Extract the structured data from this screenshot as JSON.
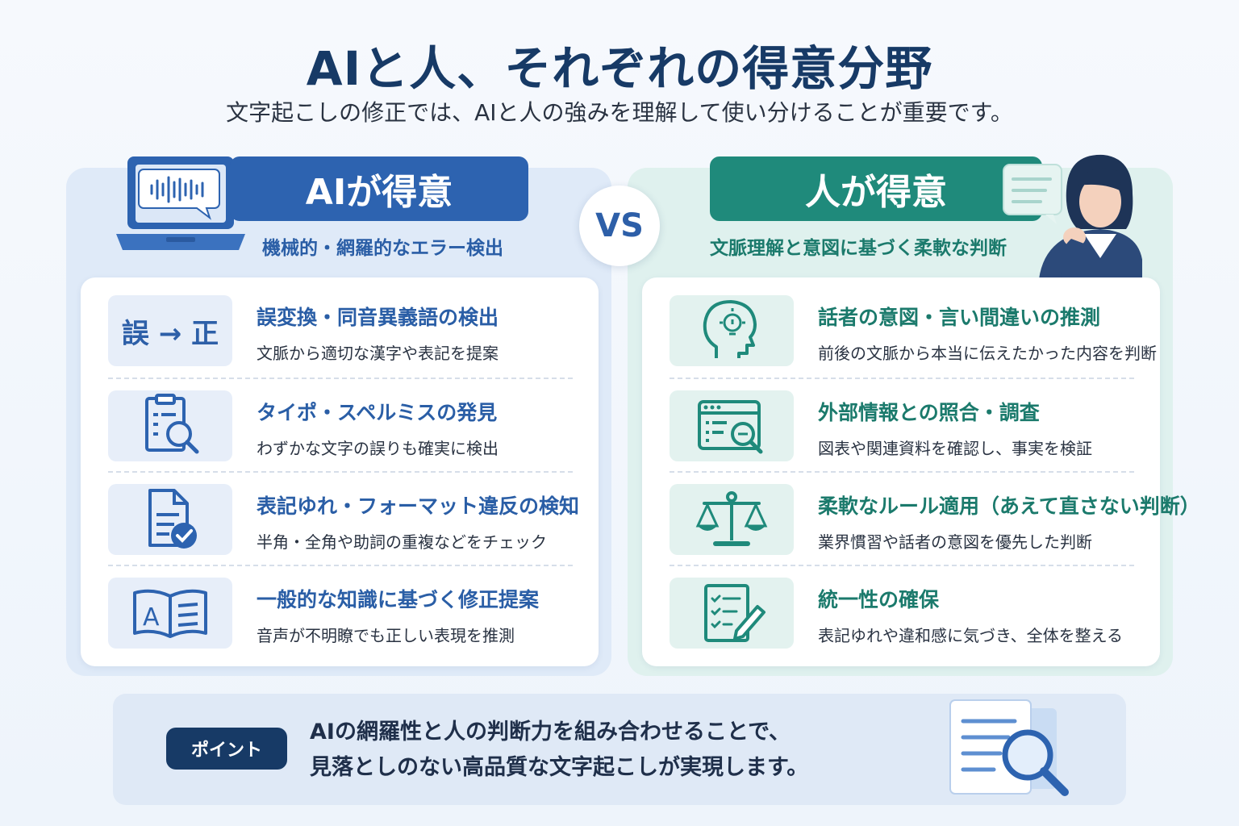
{
  "title": "AIと人、それぞれの得意分野",
  "subtitle": "文字起こしの修正では、AIと人の強みを理解して使い分けることが重要です。",
  "vs_label": "VS",
  "ai": {
    "header": "AIが得意",
    "tagline": "機械的・網羅的なエラー検出",
    "fix_label": "誤 → 正",
    "items": [
      {
        "icon": "error-correction-icon",
        "title": "誤変換・同音異義語の検出",
        "desc": "文脈から適切な漢字や表記を提案"
      },
      {
        "icon": "clipboard-search-icon",
        "title": "タイポ・スペルミスの発見",
        "desc": "わずかな文字の誤りも確実に検出"
      },
      {
        "icon": "document-check-icon",
        "title": "表記ゆれ・フォーマット違反の検知",
        "desc": "半角・全角や助詞の重複などをチェック"
      },
      {
        "icon": "open-book-icon",
        "title": "一般的な知識に基づく修正提案",
        "desc": "音声が不明瞭でも正しい表現を推測"
      }
    ]
  },
  "human": {
    "header": "人が得意",
    "tagline": "文脈理解と意図に基づく柔軟な判断",
    "items": [
      {
        "icon": "head-lightbulb-icon",
        "title": "話者の意図・言い間違いの推測",
        "desc": "前後の文脈から本当に伝えたかった内容を判断"
      },
      {
        "icon": "browser-search-icon",
        "title": "外部情報との照合・調査",
        "desc": "図表や関連資料を確認し、事実を検証"
      },
      {
        "icon": "balance-scale-icon",
        "title": "柔軟なルール適用（あえて直さない判断）",
        "desc": "業界慣習や話者の意図を優先した判断"
      },
      {
        "icon": "checklist-pencil-icon",
        "title": "統一性の確保",
        "desc": "表記ゆれや違和感に気づき、全体を整える"
      }
    ]
  },
  "point": {
    "label": "ポイント",
    "line1": "AIの網羅性と人の判断力を組み合わせることで、",
    "line2": "見落としのない高品質な文字起こしが実現します。"
  },
  "colors": {
    "ai_accent": "#2d63b0",
    "human_accent": "#1f8a7b",
    "title": "#173a66"
  }
}
